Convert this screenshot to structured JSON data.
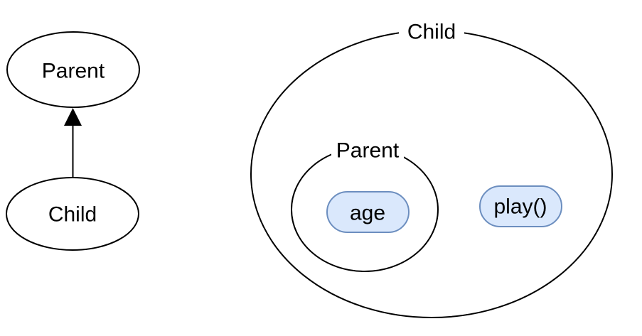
{
  "colors": {
    "background": "#ffffff",
    "shape_stroke": "#000000",
    "member_fill": "#dae8fc",
    "member_stroke": "#6c8ebf",
    "text": "#000000"
  },
  "left_diagram": {
    "parent_label": "Parent",
    "child_label": "Child"
  },
  "right_diagram": {
    "outer_label": "Child",
    "inner_label": "Parent",
    "attribute_label": "age",
    "method_label": "play()"
  }
}
